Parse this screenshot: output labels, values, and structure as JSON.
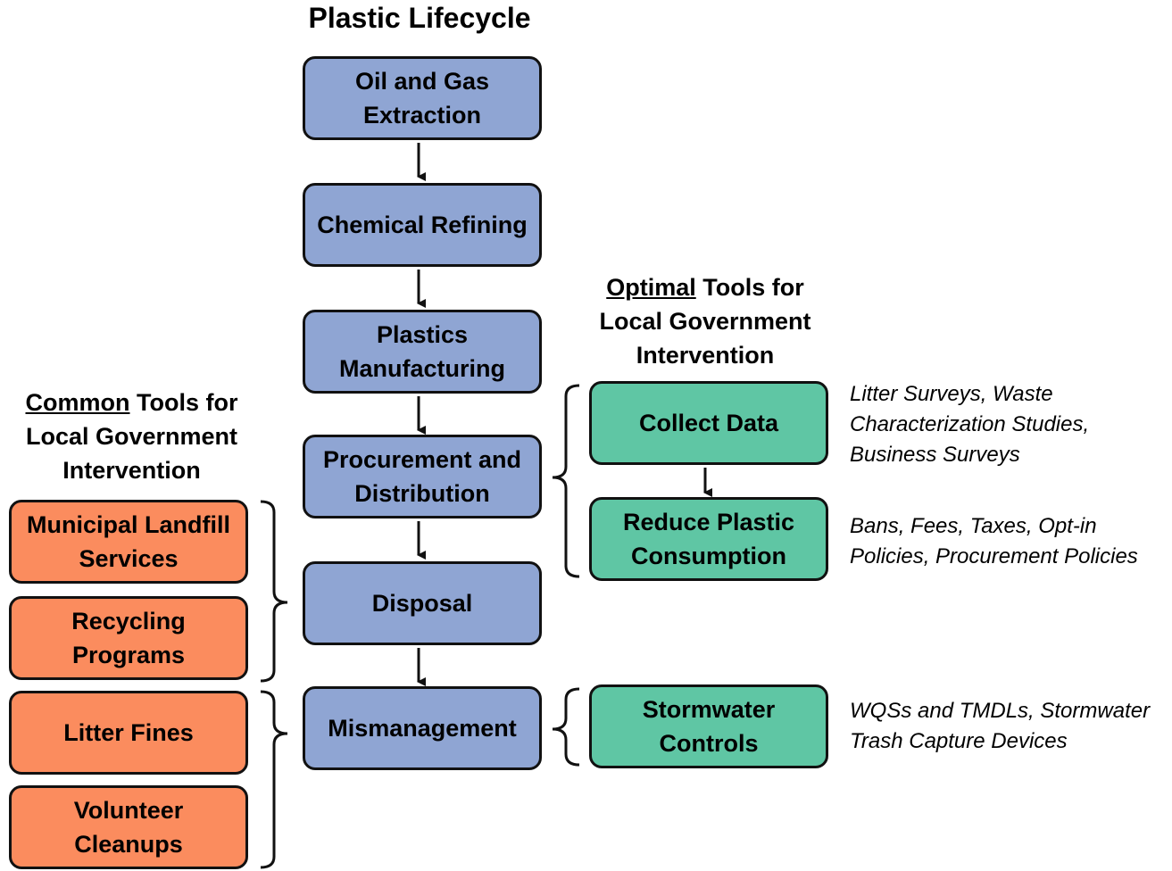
{
  "title": "Plastic Lifecycle",
  "lifecycle": [
    {
      "label": "Oil and Gas\nExtraction"
    },
    {
      "label": "Chemical Refining"
    },
    {
      "label": "Plastics\nManufacturing"
    },
    {
      "label": "Procurement and\nDistribution"
    },
    {
      "label": "Disposal"
    },
    {
      "label": "Mismanagement"
    }
  ],
  "optimal": {
    "heading_underlined": "Optimal",
    "heading_rest": " Tools for",
    "heading_line2": "Local Government",
    "heading_line3": "Intervention",
    "tools": [
      {
        "label": "Collect Data",
        "note": "Litter Surveys, Waste\nCharacterization Studies,\nBusiness Surveys"
      },
      {
        "label": "Reduce Plastic\nConsumption",
        "note": "Bans, Fees, Taxes, Opt-in\nPolicies, Procurement Policies"
      },
      {
        "label": "Stormwater\nControls",
        "note": "WQSs and TMDLs, Stormwater\nTrash Capture Devices"
      }
    ]
  },
  "common": {
    "heading_underlined": "Common",
    "heading_rest": " Tools for",
    "heading_line2": "Local Government",
    "heading_line3": "Intervention",
    "tools": [
      {
        "label": "Municipal Landfill\nServices"
      },
      {
        "label": "Recycling\nPrograms"
      },
      {
        "label": "Litter Fines"
      },
      {
        "label": "Volunteer\nCleanups"
      }
    ]
  },
  "colors": {
    "lifecycle": "#8fa5d3",
    "optimal": "#5fc6a4",
    "common": "#fb8c5e",
    "outline": "#111111"
  }
}
